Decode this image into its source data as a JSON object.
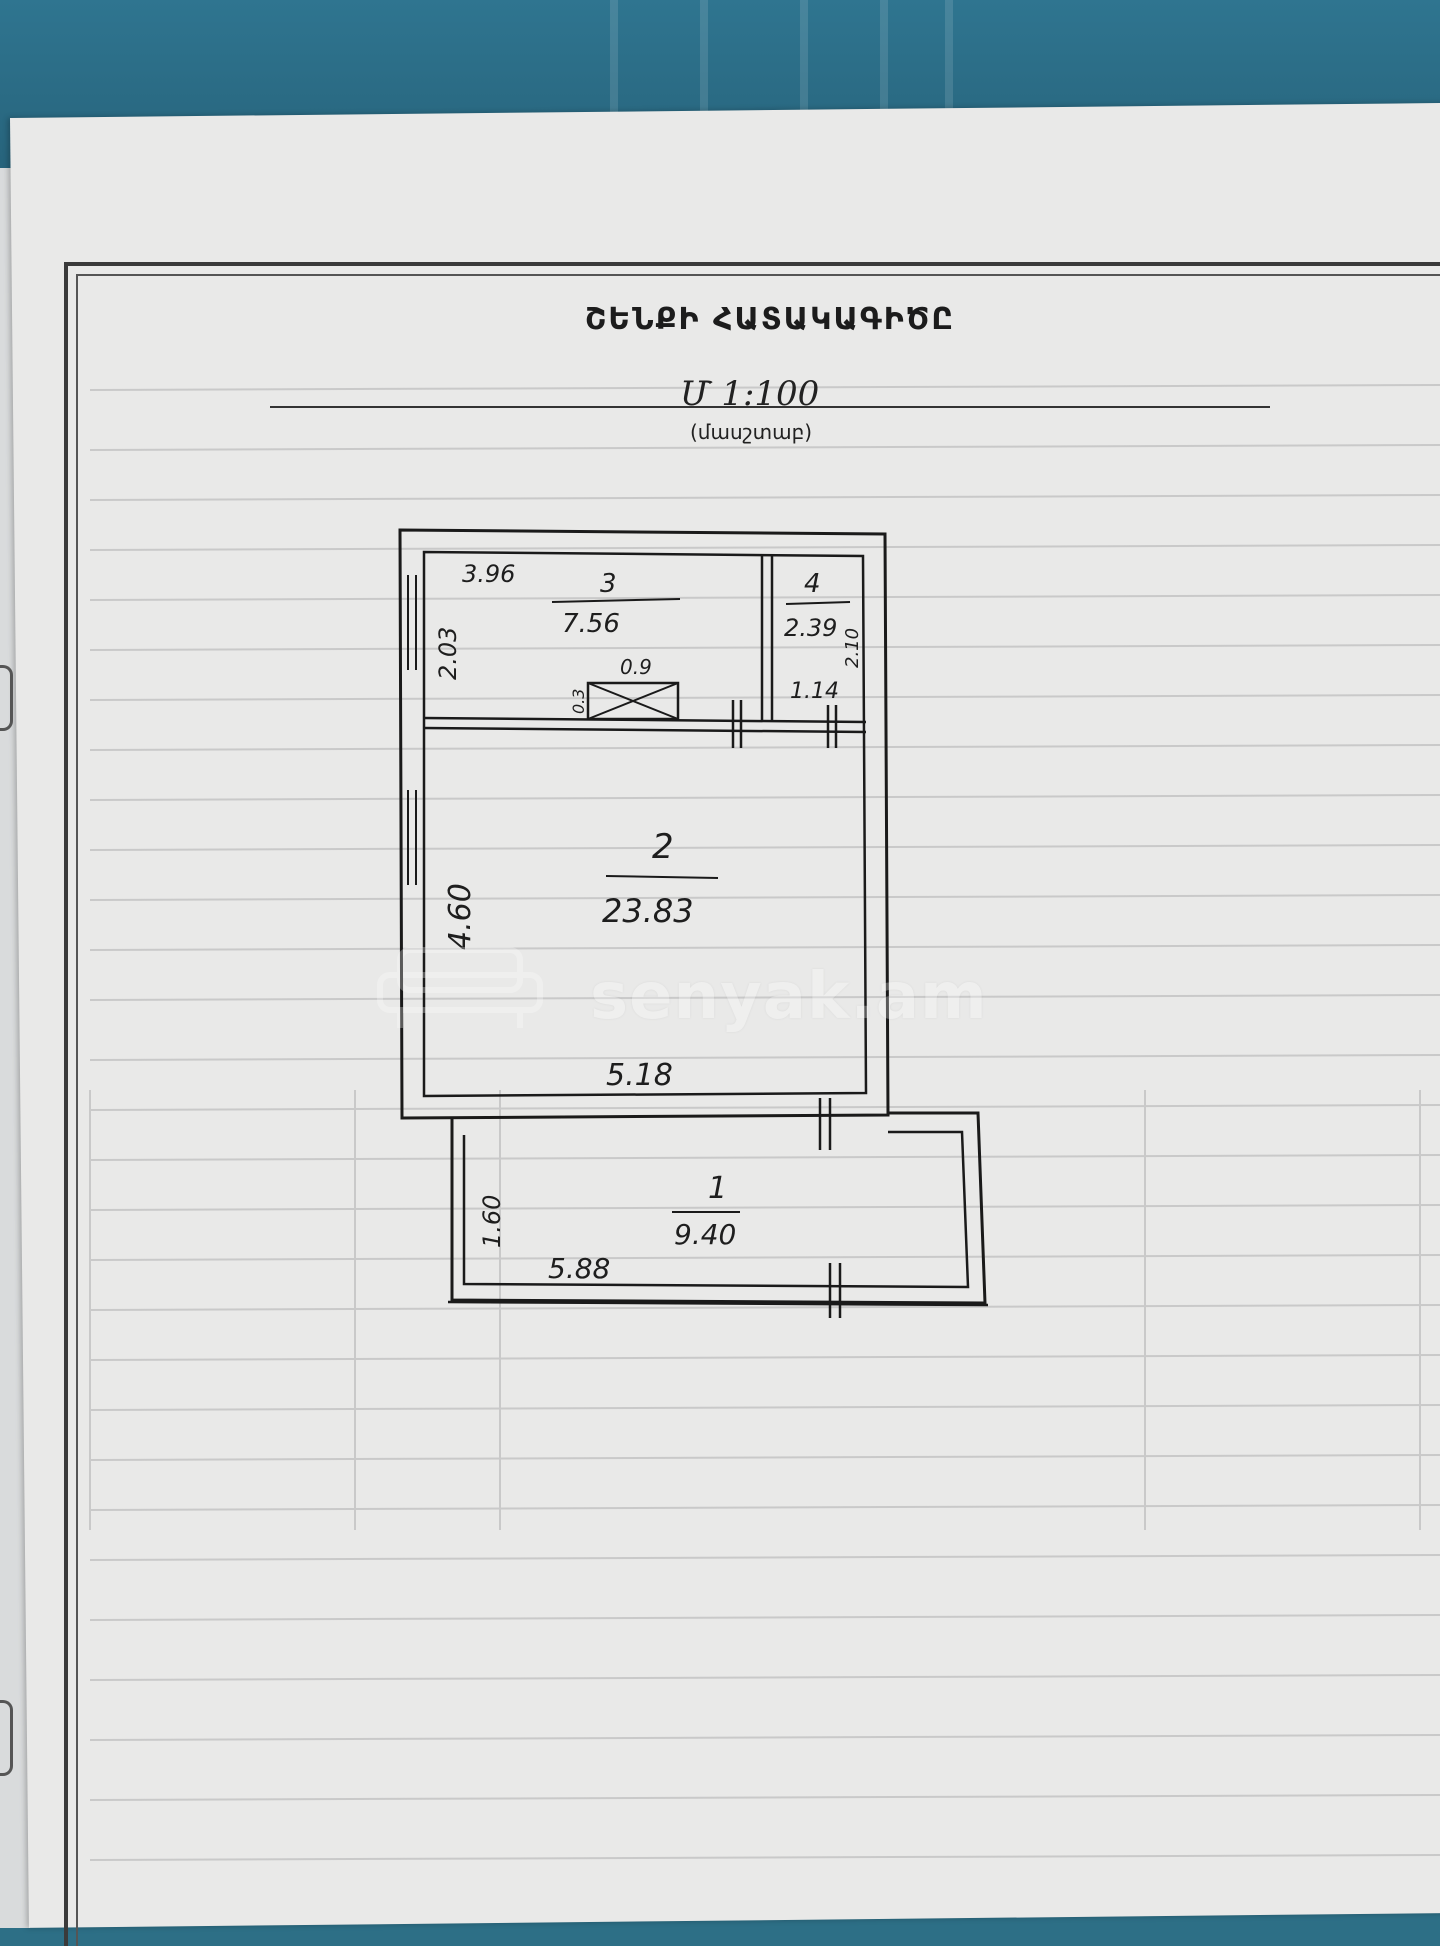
{
  "document": {
    "title": "ՇԵՆՔԻ ՀԱՏԱԿԱԳԻԾԸ",
    "scale_text": "Մ 1:100",
    "scale_caption": "(մասշտաբ)"
  },
  "floor_plan": {
    "rooms": [
      {
        "number": "1",
        "area": "9.40"
      },
      {
        "number": "2",
        "area": "23.83"
      },
      {
        "number": "3",
        "area": "7.56"
      },
      {
        "number": "4",
        "area": "2.39"
      }
    ],
    "dimensions": {
      "room3_width": "3.96",
      "room3_depth": "2.03",
      "room4_width": "1.14",
      "room4_depth": "2.10",
      "shaft_width": "0.9",
      "shaft_depth": "0.3",
      "room2_depth": "4.60",
      "room2_width": "5.18",
      "room1_depth": "1.60",
      "room1_width": "5.88"
    }
  },
  "watermark": {
    "text": "senyak.am"
  }
}
